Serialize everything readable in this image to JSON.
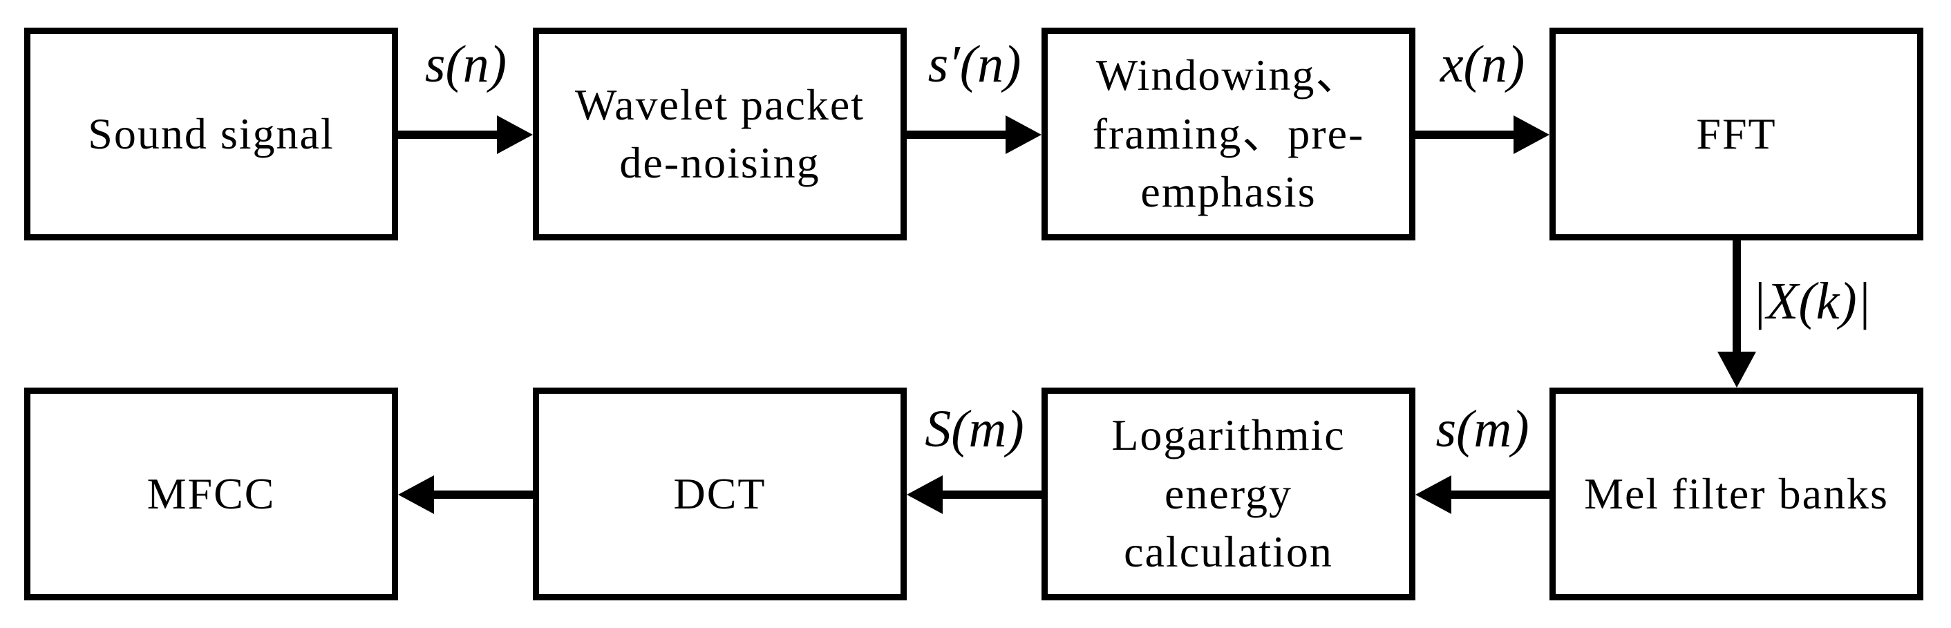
{
  "colors": {
    "line": "#000000",
    "background": "#ffffff"
  },
  "boxes": {
    "sound_signal": {
      "lines": [
        "Sound signal"
      ]
    },
    "wavelet": {
      "lines": [
        "Wavelet packet",
        "de-noising"
      ]
    },
    "windowing": {
      "lines": [
        "Windowing、",
        "framing、pre-",
        "emphasis"
      ]
    },
    "fft": {
      "lines": [
        "FFT"
      ]
    },
    "mel": {
      "lines": [
        "Mel filter banks"
      ]
    },
    "log_energy": {
      "lines": [
        "Logarithmic",
        "energy",
        "calculation"
      ]
    },
    "dct": {
      "lines": [
        "DCT"
      ]
    },
    "mfcc": {
      "lines": [
        "MFCC"
      ]
    }
  },
  "edge_labels": {
    "s_n": "s(n)",
    "s_prime_n": "s′(n)",
    "x_n": "x(n)",
    "X_k_mag": "|X(k)|",
    "s_m": "s(m)",
    "S_m_cap": "S(m)"
  }
}
